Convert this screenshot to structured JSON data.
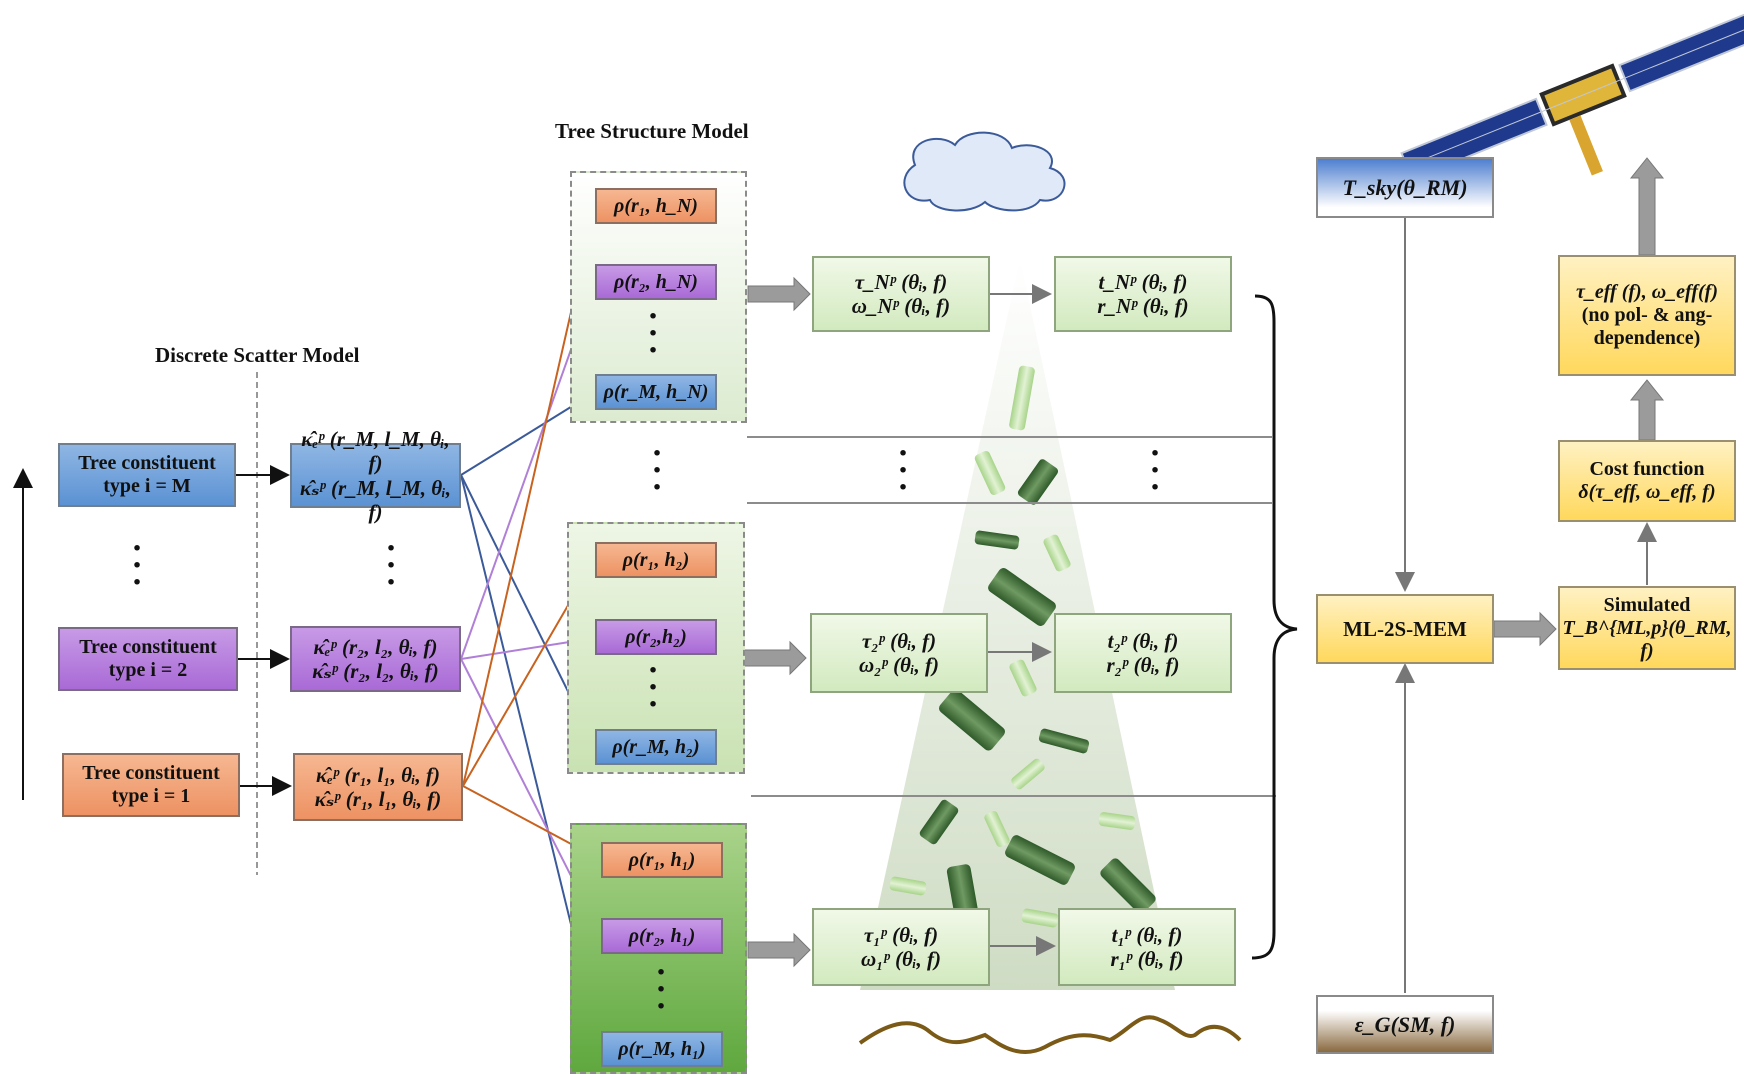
{
  "titles": {
    "discrete_scatter_model": "Discrete Scatter Model",
    "tree_structure_model": "Tree Structure Model"
  },
  "constituents": [
    {
      "line1": "Tree constituent",
      "line2": "type i = M"
    },
    {
      "line1": "Tree constituent",
      "line2": "type i = 2"
    },
    {
      "line1": "Tree constituent",
      "line2": "type i = 1"
    }
  ],
  "kappa": [
    {
      "e": "κ̂ₑᵖ (r_M, l_M, θᵢ, f)",
      "s": "κ̂ₛᵖ (r_M, l_M, θᵢ, f)"
    },
    {
      "e": "κ̂ₑᵖ (r₂, l₂, θᵢ, f)",
      "s": "κ̂ₛᵖ (r₂, l₂, θᵢ, f)"
    },
    {
      "e": "κ̂ₑᵖ (r₁, l₁, θᵢ, f)",
      "s": "κ̂ₛᵖ (r₁, l₁, θᵢ, f)"
    }
  ],
  "rho": {
    "group_N": [
      "ρ(r₁, h_N)",
      "ρ(r₂, h_N)",
      "ρ(r_M, h_N)"
    ],
    "group_2": [
      "ρ(r₁, h₂)",
      "ρ(r₂,h₂)",
      "ρ(r_M, h₂)"
    ],
    "group_1": [
      "ρ(r₁, h₁)",
      "ρ(r₂, h₁)",
      "ρ(r_M, h₁)"
    ]
  },
  "layers": [
    {
      "tau": "τ_Nᵖ (θᵢ, f)",
      "omega": "ω_Nᵖ (θᵢ, f)",
      "t": "t_Nᵖ (θᵢ, f)",
      "r": "r_Nᵖ (θᵢ, f)"
    },
    {
      "tau": "τ₂ᵖ (θᵢ, f)",
      "omega": "ω₂ᵖ (θᵢ, f)",
      "t": "t₂ᵖ (θᵢ, f)",
      "r": "r₂ᵖ (θᵢ, f)"
    },
    {
      "tau": "τ₁ᵖ (θᵢ, f)",
      "omega": "ω₁ᵖ (θᵢ, f)",
      "t": "t₁ᵖ (θᵢ, f)",
      "r": "r₁ᵖ (θᵢ, f)"
    }
  ],
  "sky": "T_sky(θ_RM)",
  "mem": "ML-2S-MEM",
  "soil": "ε_G(SM, f)",
  "simulated": {
    "line1": "Simulated",
    "line2": "T_B^{ML,p}(θ_RM, f)"
  },
  "cost": {
    "line1": "Cost function",
    "line2": "δ(τ_eff, ω_eff, f)"
  },
  "eff": {
    "line1": "τ_eff (f), ω_eff(f)",
    "line2": "(no pol- & ang-",
    "line3": "dependence)"
  },
  "colors": {
    "blue_arrow": "#3b5a99",
    "purple_arrow": "#b07fd6",
    "orange_arrow": "#c8621f",
    "mem_fill": "#ffd85c",
    "layer_fill": "#d2eabf"
  }
}
